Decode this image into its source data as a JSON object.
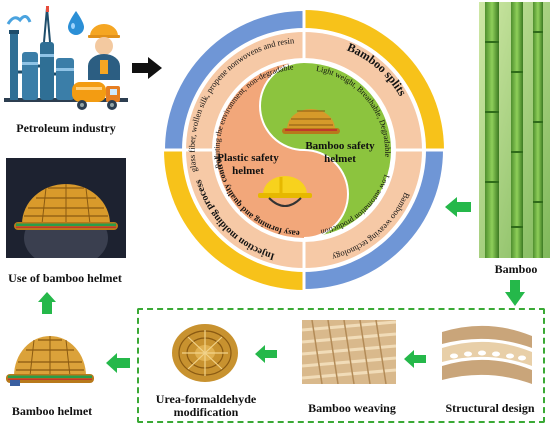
{
  "sources": {
    "petroleum": "Petroleum industry",
    "bamboo": "Bamboo"
  },
  "wheel": {
    "inner_left": "Plastic safety helmet",
    "inner_right": "Bamboo safety helmet",
    "ring_top_left": "Polluting the environment, non-degradable",
    "outer_top_left": "glass fiber, wollen silk, propene nonwovens and resin",
    "outer_top_right": "Bamboo splits",
    "ring_top_right": "Light weight, Breathable, Degradable",
    "ring_bottom_right": "Low automation production",
    "outer_bottom_right": "Bamboo weaving technology",
    "ring_bottom_left": "easy forming and quality control",
    "outer_bottom_left": "Injection molding process",
    "colors": {
      "outer_blue": "#6f96d6",
      "outer_yellow": "#f7c21a",
      "ring_peach": "#f6c9a6",
      "inner_orange": "#f2a77a",
      "inner_green": "#8cc43e"
    }
  },
  "process": {
    "structural": "Structural design",
    "weaving": "Bamboo weaving",
    "modification": "Urea-formaldehyde modification",
    "helmet": "Bamboo helmet",
    "use": "Use of bamboo helmet"
  },
  "icons": [
    "factory-icon",
    "oil-drop-icon",
    "worker-icon",
    "tank-truck-icon",
    "helmet-icon"
  ],
  "arrow_color": "#25b84a"
}
